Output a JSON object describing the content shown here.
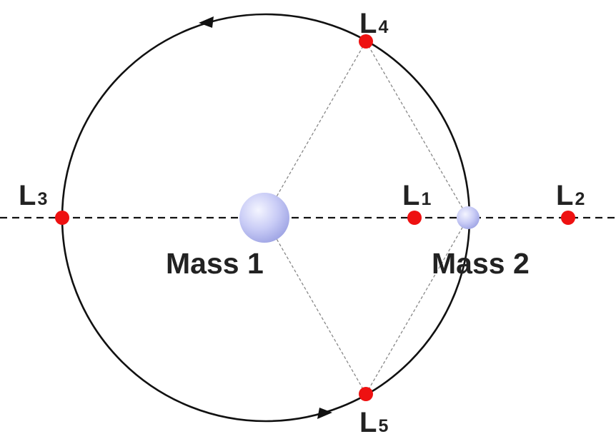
{
  "diagram": {
    "labels": {
      "L1": {
        "letter": "L",
        "sub": "1"
      },
      "L2": {
        "letter": "L",
        "sub": "2"
      },
      "L3": {
        "letter": "L",
        "sub": "3"
      },
      "L4": {
        "letter": "L",
        "sub": "4"
      },
      "L5": {
        "letter": "L",
        "sub": "5"
      }
    },
    "mass1": "Mass 1",
    "mass2": "Mass 2"
  },
  "colors": {
    "lagrange_point": "#ee1111",
    "mass_fill": "#c4c8f4",
    "orbit": "#111111",
    "axis": "#111111",
    "guide": "#888888",
    "text": "#222222"
  }
}
